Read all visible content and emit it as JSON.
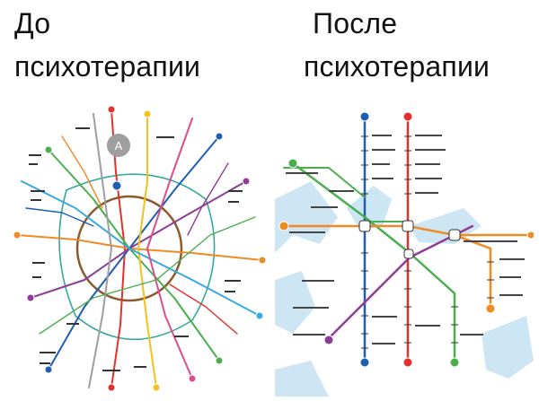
{
  "before": {
    "line1": "До",
    "line2": "психотерапии"
  },
  "after": {
    "line1": "После",
    "line2": "психотерапии"
  },
  "markers": {
    "left_badge": "A"
  },
  "colors": {
    "red": "#e4312b",
    "green": "#4bae4f",
    "blue": "#1e5fb4",
    "lightblue": "#39a9e0",
    "orange": "#f08a24",
    "purple": "#8e3d96",
    "yellow": "#f4c21b",
    "brown": "#8b5a2b",
    "gray": "#9e9e9e",
    "teal": "#35a8a0",
    "pink": "#d94f8e",
    "water": "#b9dcf0"
  }
}
